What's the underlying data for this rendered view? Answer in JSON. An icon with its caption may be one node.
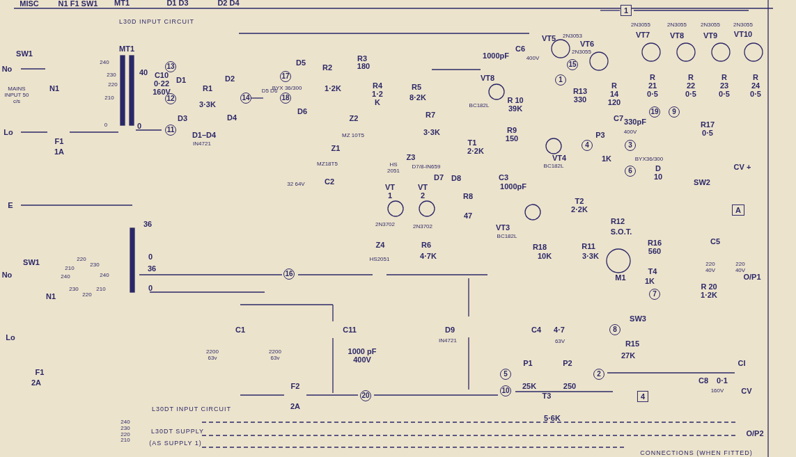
{
  "diagram": {
    "labels": [
      "MISC",
      "N1 F1 SW1",
      "MT1",
      "D1 D3",
      "D2 D4",
      "L30D INPUT CIRCUIT",
      "SW1",
      "No",
      "MAINS INPUT 50 c/s",
      "N1",
      "Lo",
      "F1",
      "1A",
      "240",
      "230",
      "220",
      "210",
      "0",
      "MT1",
      "40",
      "0",
      "C10 0·22 160V",
      "13",
      "D1",
      "D2",
      "R1",
      "12",
      "3·3K",
      "D3",
      "D4",
      "14",
      "11",
      "D1–D4",
      "IN4721",
      "D5",
      "R2",
      "R3",
      "180",
      "17",
      "D5 D6",
      "BYX 36/300",
      "18",
      "1·2K",
      "D6",
      "R4 1·2 K",
      "R5",
      "8·2K",
      "Z2",
      "MZ 10T5",
      "R7",
      "3·3K",
      "T1",
      "2·2K",
      "Z3",
      "HS 2051",
      "Z1",
      "MZ18T5",
      "D7/8-IN659",
      "32 64V",
      "C2",
      "D7",
      "D8",
      "VT 1",
      "VT 2",
      "R8",
      "47",
      "2N3702",
      "2N3702",
      "1000pF",
      "C6",
      "400V",
      "VT5",
      "2N3053",
      "VT8",
      "BC182L",
      "R 10 39K",
      "R9 150",
      "C3",
      "1000pF",
      "VT3",
      "BC182L",
      "1",
      "2N3055",
      "VT7",
      "2N3055",
      "VT8",
      "2N3055",
      "VT9",
      "2N3055",
      "VT10",
      "VT6",
      "2N3055",
      "15",
      "1",
      "R13 330",
      "R 14 120",
      "R 21 0·5",
      "R 22 0·5",
      "R 23 0·5",
      "R 24 0·5",
      "19",
      "9",
      "C7",
      "330pF",
      "400V",
      "R17 0·5",
      "P3",
      "4",
      "3",
      "VT4",
      "BC182L",
      "1K",
      "BYX36/300",
      "D 10",
      "6",
      "CV +",
      "SW2",
      "A",
      "T2 2·2K",
      "R12",
      "S.O.T.",
      "R16 560",
      "C5",
      "E",
      "36",
      "0",
      "36",
      "0",
      "SW1",
      "No",
      "220",
      "230",
      "210",
      "240",
      "240",
      "230",
      "220",
      "210",
      "N1",
      "Lo",
      "F1",
      "2A",
      "16",
      "Z4",
      "HS2051",
      "R6",
      "4·7K",
      "R18",
      "10K",
      "R11",
      "3·3K",
      "M1",
      "T4",
      "1K",
      "220 40V",
      "220 40V",
      "R 20 1·2K",
      "O/P1",
      "7",
      "SW3",
      "C1",
      "C11",
      "D9",
      "C4",
      "4·7",
      "8",
      "IN4721",
      "63V",
      "R15",
      "2200 63v",
      "2200 63v",
      "1000 pF 400V",
      "27K",
      "P1",
      "P2",
      "CI",
      "5",
      "2",
      "C8",
      "0·1",
      "F2",
      "25K",
      "250",
      "10",
      "160V",
      "CV",
      "20",
      "T3",
      "4",
      "2A",
      "L30DT INPUT CIRCUIT",
      "5·6K",
      "240 230 220 210",
      "L30DT SUPPLY",
      "O/P2",
      "(AS SUPPLY 1)",
      "CONNECTIONS (WHEN FITTED)"
    ]
  }
}
